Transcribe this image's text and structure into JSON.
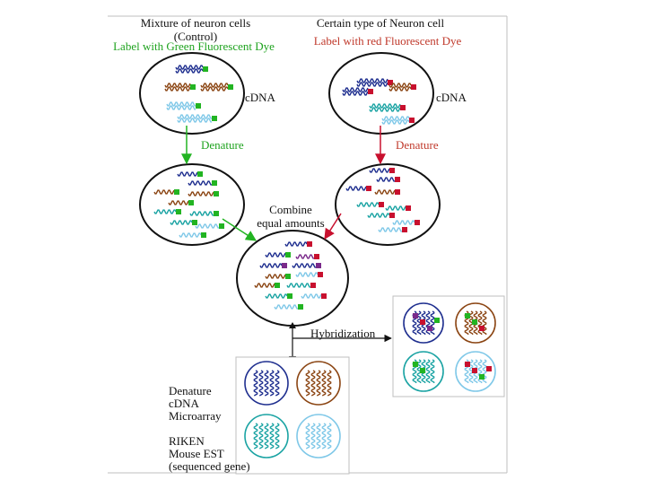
{
  "control": {
    "title_line1": "Mixture of neuron cells",
    "title_line2": "(Control)",
    "dye_label": "Label with Green Fluorescent Dye"
  },
  "target": {
    "title": "Certain type of Neuron cell",
    "dye_label": "Label with red Fluorescent Dye"
  },
  "cdna_left": "cDNA",
  "cdna_right": "cDNA",
  "denature_left": "Denature",
  "denature_right": "Denature",
  "combine": {
    "line1": "Combine",
    "line2": "equal amounts"
  },
  "hybridization": "Hybridization",
  "microarray_lines": [
    "Denature",
    "cDNA",
    "Microarray"
  ],
  "riken_lines": [
    "RIKEN",
    "Mouse EST",
    "(sequenced gene)"
  ],
  "colors": {
    "green": "#22b422",
    "red": "#c8102e",
    "navy": "#1f2f8f",
    "brown": "#8b4513",
    "teal": "#1aa3a3",
    "lightblue": "#7fc8e8",
    "purple": "#7a2a8a",
    "frame": "#bfbfbf"
  }
}
